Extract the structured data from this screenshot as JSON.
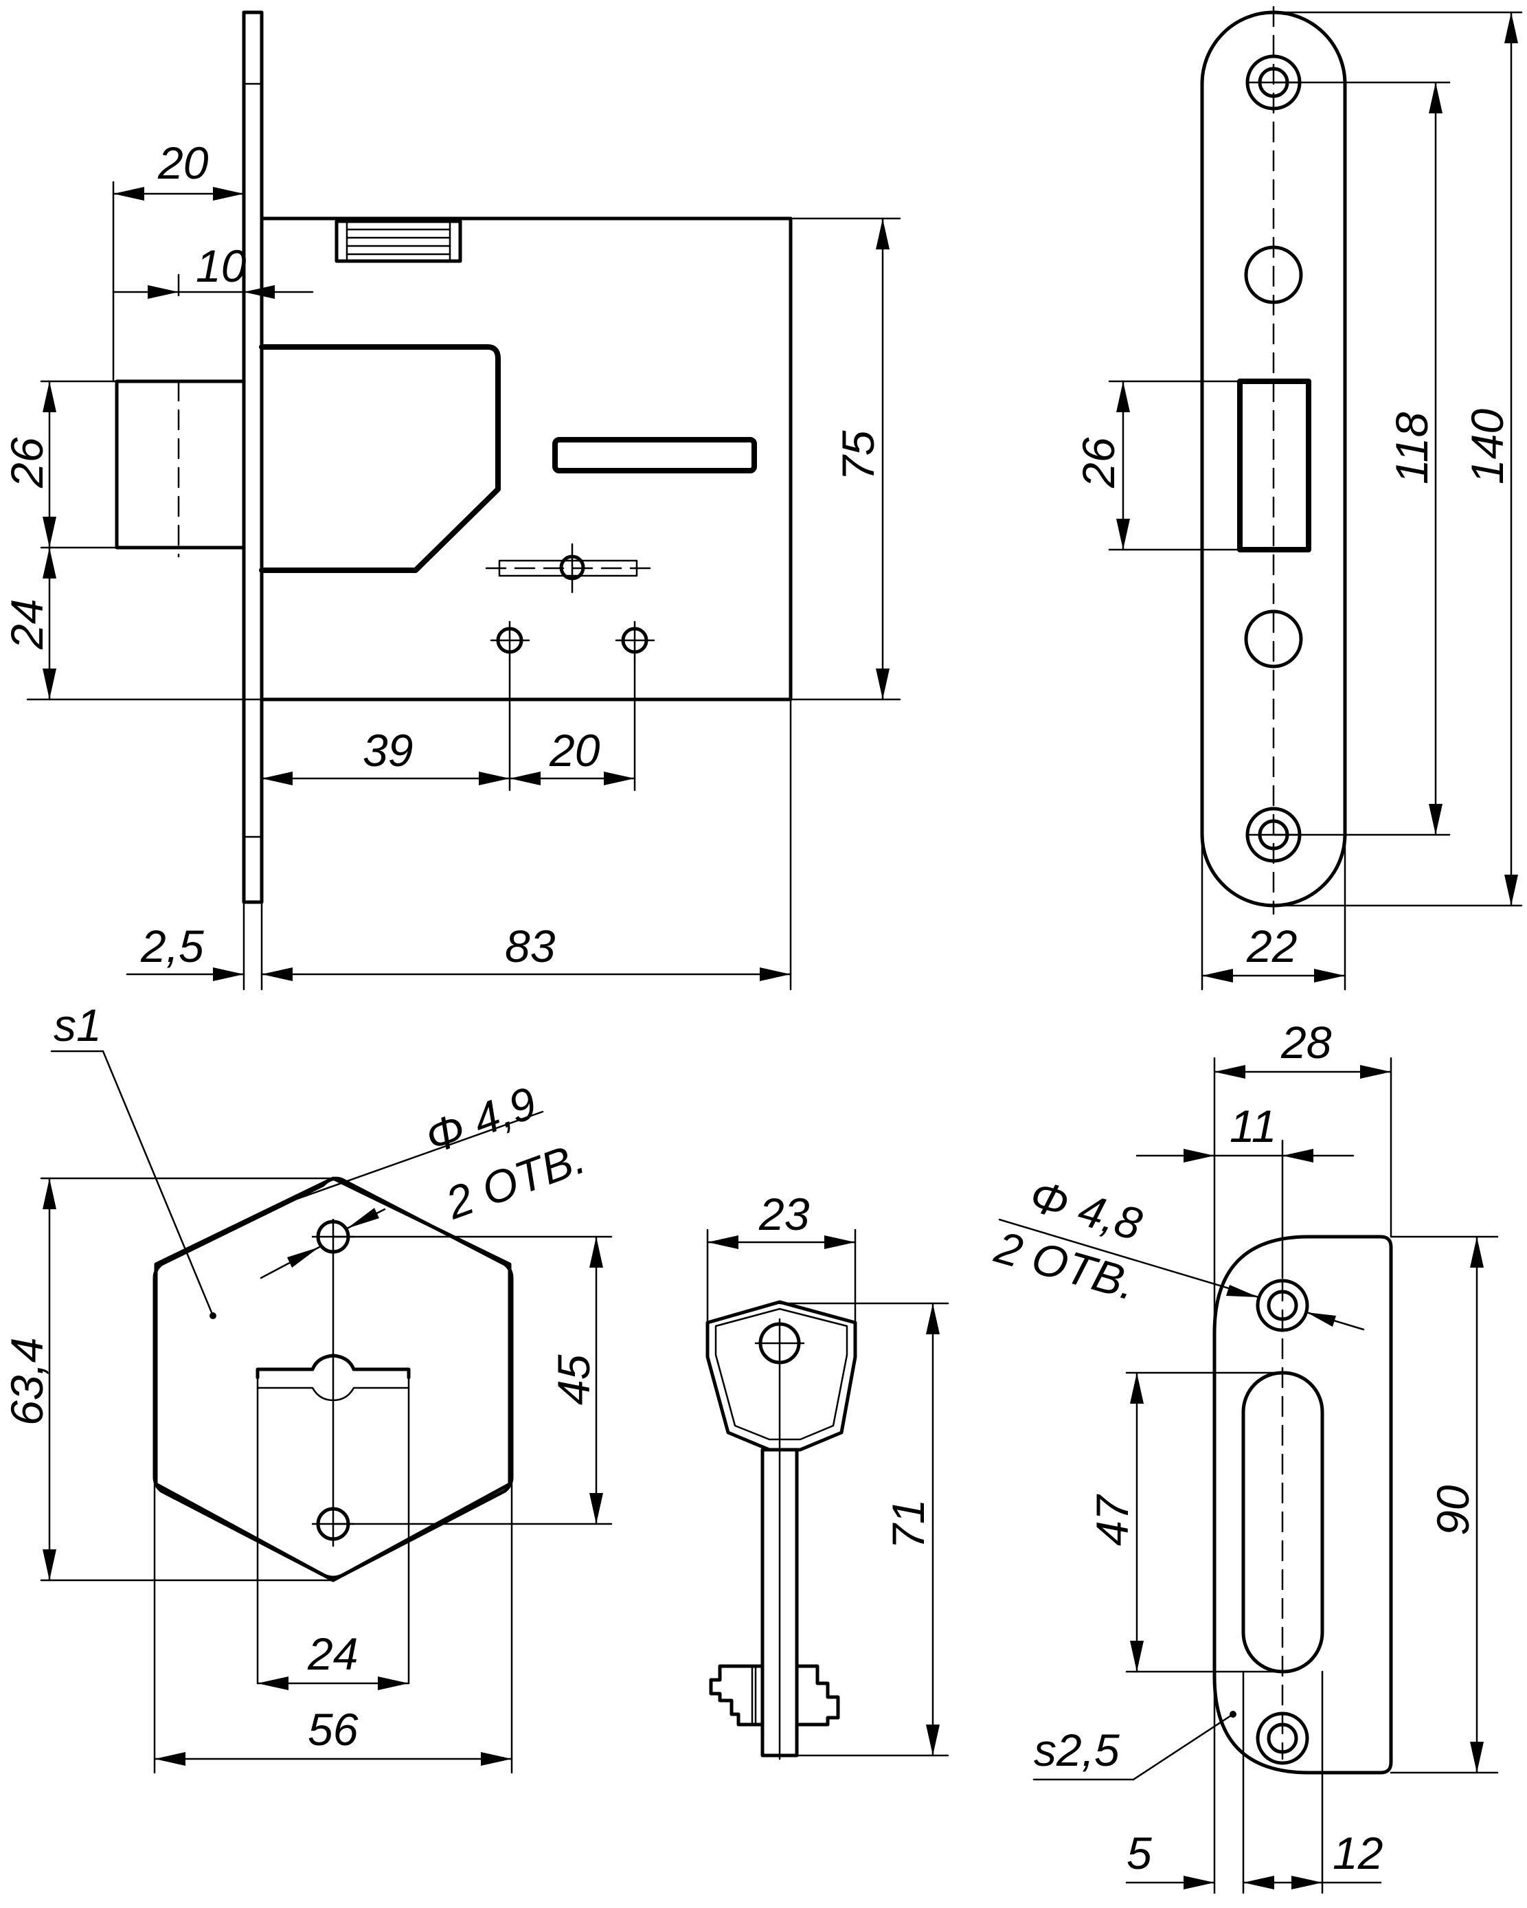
{
  "title": "",
  "views": {
    "mortise_lock": {
      "dims": {
        "bolt_projection": "20",
        "bolt_offset": "10",
        "bolt_height": "26",
        "bolt_from_bottom": "24",
        "body_height": "75",
        "keyhole_distance": "39",
        "hole_spacing": "20",
        "faceplate_thickness": "2,5",
        "body_depth": "83"
      }
    },
    "faceplate": {
      "dims": {
        "bolt_opening_height": "26",
        "hole_spacing": "118",
        "length": "140",
        "width": "22"
      }
    },
    "escutcheon": {
      "material_label": "s1",
      "hole_label_diameter": "Φ 4,9",
      "hole_label_count": "2 ОТВ.",
      "dims": {
        "height": "63,4",
        "hole_spacing": "45",
        "keyhole_width": "24",
        "width": "56"
      }
    },
    "key": {
      "dims": {
        "head_width": "23",
        "length": "71"
      }
    },
    "strike_plate": {
      "material_label": "s2,5",
      "hole_label_diameter": "Φ 4,8",
      "hole_label_count": "2 ОТВ.",
      "dims": {
        "width": "28",
        "hole_offset": "11",
        "slot_length": "47",
        "height": "90",
        "edge_offset": "5",
        "slot_width": "12"
      }
    }
  },
  "colors": {
    "line": "#000000",
    "background": "#ffffff"
  }
}
